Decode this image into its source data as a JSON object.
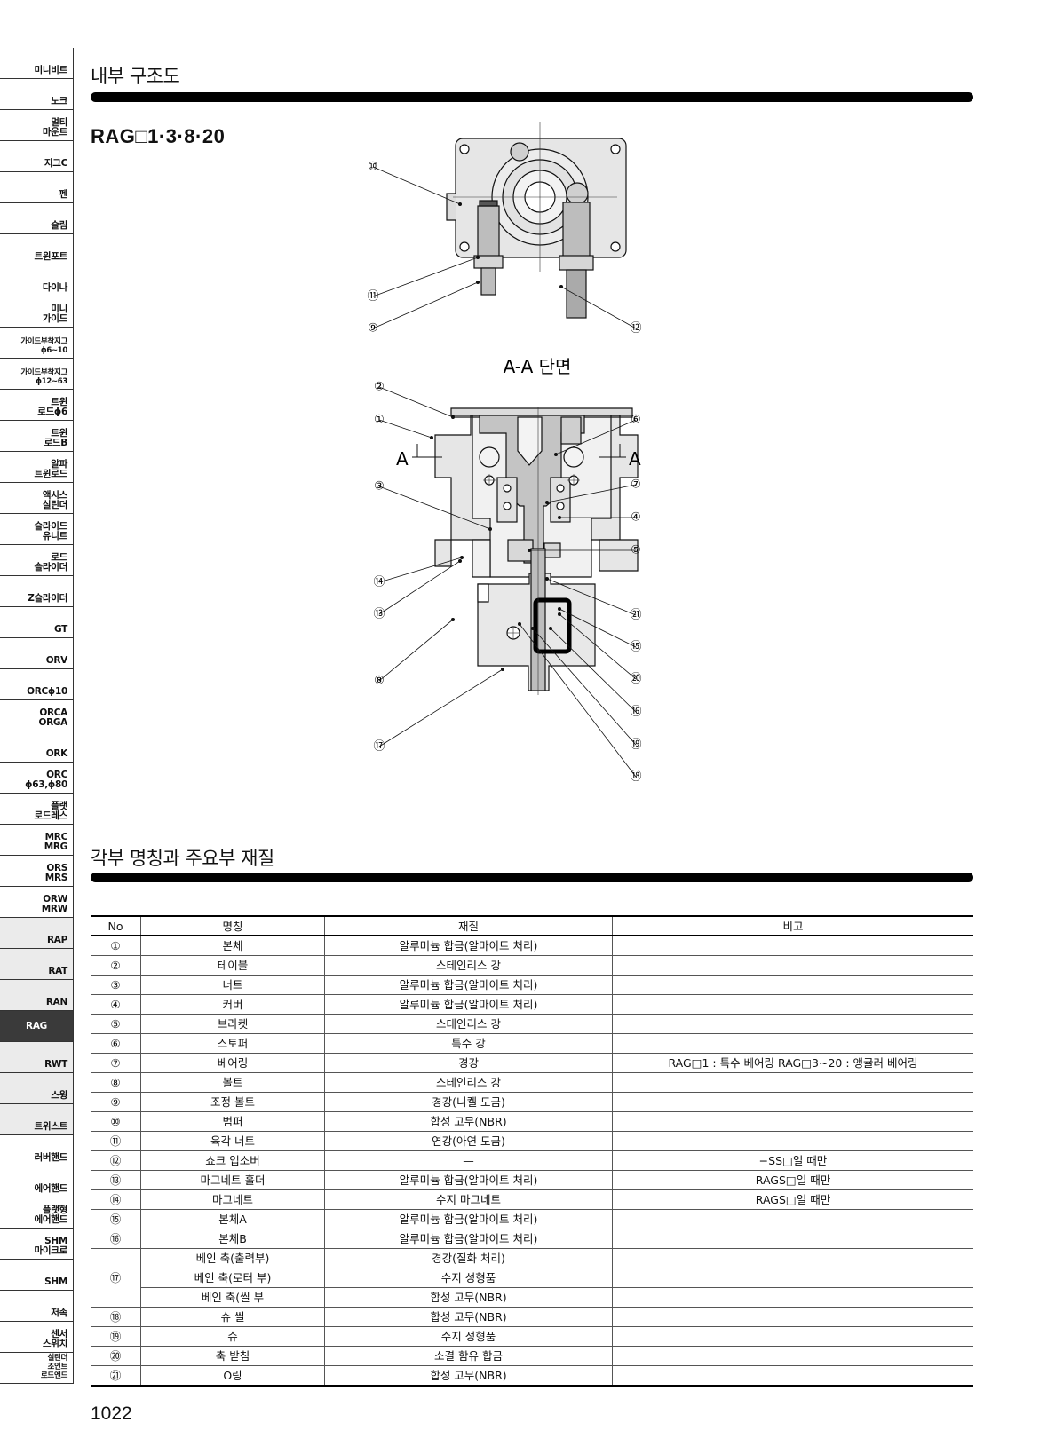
{
  "sidebar": {
    "tabs": [
      {
        "label": "미니비트"
      },
      {
        "label": "노크"
      },
      {
        "label": "멀티\n마운트"
      },
      {
        "label": "지그C"
      },
      {
        "label": "펜"
      },
      {
        "label": "슬림"
      },
      {
        "label": "트윈포트"
      },
      {
        "label": "다이나"
      },
      {
        "label": "미니\n가이드"
      },
      {
        "label": "가이드부착지그\nϕ6~10",
        "small": true
      },
      {
        "label": "가이드부착지그\nϕ12~63",
        "small": true
      },
      {
        "label": "트윈\n로드ϕ6"
      },
      {
        "label": "트윈\n로드B"
      },
      {
        "label": "알파\n트윈로드"
      },
      {
        "label": "액시스\n실린더"
      },
      {
        "label": "슬라이드\n유니트"
      },
      {
        "label": "로드\n슬라이더"
      },
      {
        "label": "Z슬라이더"
      },
      {
        "label": "GT"
      },
      {
        "label": "ORV"
      },
      {
        "label": "ORCϕ10"
      },
      {
        "label": "ORCA\nORGA"
      },
      {
        "label": "ORK"
      },
      {
        "label": "ORC\nϕ63,ϕ80"
      },
      {
        "label": "플랫\n로드레스"
      },
      {
        "label": "MRC\nMRG"
      },
      {
        "label": "ORS\nMRS"
      },
      {
        "label": "ORW\nMRW"
      },
      {
        "label": "RAP",
        "group": true
      },
      {
        "label": "RAT",
        "group": true
      },
      {
        "label": "RAN",
        "group": true
      },
      {
        "label": "RAG",
        "active": true
      },
      {
        "label": "RWT",
        "group": true
      },
      {
        "label": "스윙",
        "group": true
      },
      {
        "label": "트위스트",
        "group": true
      },
      {
        "label": "러버핸드"
      },
      {
        "label": "에어핸드"
      },
      {
        "label": "플랫형\n에어핸드"
      },
      {
        "label": "SHM\n마이크로"
      },
      {
        "label": "SHM"
      },
      {
        "label": "저속"
      },
      {
        "label": "센서\n스위치"
      },
      {
        "label": "실린더\n조인트\n로드엔드",
        "small": true
      }
    ]
  },
  "section1": {
    "title": "내부 구조도"
  },
  "model": {
    "title": "RAG□1·3·8·20"
  },
  "diagram": {
    "section_label": "A-A 단면",
    "cut_mark_left": "A",
    "cut_mark_right": "A",
    "callouts": [
      "⑩",
      "⑪",
      "⑨",
      "⑫",
      "②",
      "①",
      "③",
      "⑥",
      "⑦",
      "④",
      "⑤",
      "⑭",
      "⑬",
      "⑧",
      "⑰",
      "㉑",
      "⑮",
      "⑳",
      "⑯",
      "⑲",
      "⑱"
    ]
  },
  "section2": {
    "title": "각부 명칭과 주요부 재질"
  },
  "table": {
    "headers": {
      "no": "No",
      "name": "명칭",
      "material": "재질",
      "remark": "비고"
    },
    "rows": [
      {
        "no": "①",
        "name": "본체",
        "material": "알루미늄 합금(알마이트 처리)",
        "remark": ""
      },
      {
        "no": "②",
        "name": "테이블",
        "material": "스테인리스 강",
        "remark": ""
      },
      {
        "no": "③",
        "name": "너트",
        "material": "알루미늄 합금(알마이트 처리)",
        "remark": ""
      },
      {
        "no": "④",
        "name": "커버",
        "material": "알루미늄 합금(알마이트 처리)",
        "remark": ""
      },
      {
        "no": "⑤",
        "name": "브라켓",
        "material": "스테인리스 강",
        "remark": ""
      },
      {
        "no": "⑥",
        "name": "스토퍼",
        "material": "특수 강",
        "remark": ""
      },
      {
        "no": "⑦",
        "name": "베어링",
        "material": "경강",
        "remark": "RAG□1 : 특수 베어링 RAG□3~20 : 앵귤러 베어링"
      },
      {
        "no": "⑧",
        "name": "볼트",
        "material": "스테인리스 강",
        "remark": ""
      },
      {
        "no": "⑨",
        "name": "조정 볼트",
        "material": "경강(니켈 도금)",
        "remark": ""
      },
      {
        "no": "⑩",
        "name": "범퍼",
        "material": "합성 고무(NBR)",
        "remark": ""
      },
      {
        "no": "⑪",
        "name": "육각 너트",
        "material": "연강(아연 도금)",
        "remark": ""
      },
      {
        "no": "⑫",
        "name": "쇼크 업소버",
        "material": "—",
        "remark": "−SS□일 때만"
      },
      {
        "no": "⑬",
        "name": "마그네트 홀더",
        "material": "알루미늄 합금(알마이트 처리)",
        "remark": "RAGS□일 때만"
      },
      {
        "no": "⑭",
        "name": "마그네트",
        "material": "수지 마그네트",
        "remark": "RAGS□일 때만"
      },
      {
        "no": "⑮",
        "name": "본체A",
        "material": "알루미늄 합금(알마이트 처리)",
        "remark": ""
      },
      {
        "no": "⑯",
        "name": "본체B",
        "material": "알루미늄 합금(알마이트 처리)",
        "remark": ""
      },
      {
        "no": "⑰",
        "name": "베인 축(출력부)",
        "material": "경강(질화 처리)",
        "remark": "",
        "rowspan": 3
      },
      {
        "no": "",
        "name": "베인 축(로터 부)",
        "material": "수지 성형품",
        "remark": "",
        "cont": true
      },
      {
        "no": "",
        "name": "베인 축(씰 부",
        "material": "합성 고무(NBR)",
        "remark": "",
        "cont": true
      },
      {
        "no": "⑱",
        "name": "슈 씰",
        "material": "합성 고무(NBR)",
        "remark": ""
      },
      {
        "no": "⑲",
        "name": "슈",
        "material": "수지 성형품",
        "remark": ""
      },
      {
        "no": "⑳",
        "name": "축 받침",
        "material": "소결 함유 합금",
        "remark": ""
      },
      {
        "no": "㉑",
        "name": "O링",
        "material": "합성 고무(NBR)",
        "remark": ""
      }
    ]
  },
  "page": {
    "number": "1022"
  }
}
